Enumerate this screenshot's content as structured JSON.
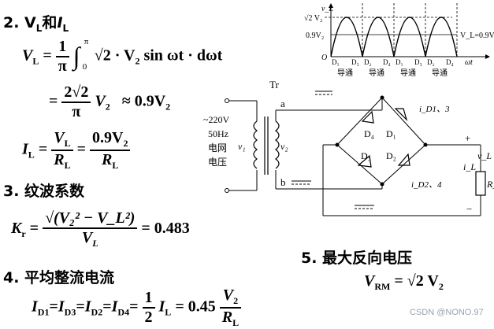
{
  "section2": {
    "label": "2. V",
    "sub_L": "L",
    "and": "和",
    "label_I": "I",
    "sub_L2": "L"
  },
  "eq_VL": {
    "lhs": "V",
    "lhs_sub": "L",
    "eq1": "=",
    "frac_num": "1",
    "frac_den": "π",
    "int_upper": "π",
    "int_lower": "0",
    "body": "√2 · V",
    "body_sub": "2",
    "tail": " sin ωt · dωt"
  },
  "eq_VL2": {
    "eq": "=",
    "frac_num": "2√2",
    "frac_den": "π",
    "v": "V",
    "v_sub": "2",
    "approx": "≈ 0.9V",
    "approx_sub": "2"
  },
  "eq_IL": {
    "lhs": "I",
    "lhs_sub": "L",
    "eq1": "=",
    "f1_num": "V",
    "f1_num_sub": "L",
    "f1_den": "R",
    "f1_den_sub": "L",
    "eq2": "=",
    "f2_num": "0.9V",
    "f2_num_sub": "2",
    "f2_den": "R",
    "f2_den_sub": "L"
  },
  "section3": {
    "label": "3. 纹波系数"
  },
  "eq_Kr": {
    "lhs": "K",
    "lhs_sub": "r",
    "eq": "=",
    "num": "√(V₂² − V_L²)",
    "den": "V",
    "den_sub": "L",
    "result": "= 0.483"
  },
  "section4": {
    "label": "4. 平均整流电流"
  },
  "eq_ID": {
    "text": "I",
    "t1": "D1",
    "t2": "D3",
    "t3": "D2",
    "t4": "D4",
    "half_num": "1",
    "half_den": "2",
    "IL": "I",
    "IL_sub": "L",
    "coef": "= 0.45",
    "f_num": "V",
    "f_num_sub": "2",
    "f_den": "R",
    "f_den_sub": "L"
  },
  "section5": {
    "label": "5. 最大反向电压"
  },
  "eq_VRM": {
    "lhs": "V",
    "lhs_sub": "RM",
    "rhs": "= √2 V",
    "rhs_sub": "2"
  },
  "waveform": {
    "y_label_top": "√2 V₂",
    "v_label": "v_L",
    "ref_label": "0.9V₂",
    "line_label": "V_L=0.9V₂",
    "origin": "O",
    "x_label": "ωt",
    "diode_labels": [
      "D₁",
      "D₃",
      "D₂",
      "D₄",
      "D₁",
      "D₃",
      "D₂",
      "D₄"
    ],
    "conduct_labels": [
      "导通",
      "导通",
      "导通",
      "导通"
    ]
  },
  "circuit": {
    "tr": "Tr",
    "node_a": "a",
    "node_b": "b",
    "source_lines": [
      "~220V",
      "50Hz",
      "电网",
      "电压"
    ],
    "v1": "v₁",
    "v2": "v₂",
    "d1": "D₁",
    "d2": "D₂",
    "d3": "D₃",
    "d4": "D₄",
    "i_d13": "i_D1、3",
    "i_d24": "i_D2、4",
    "plus": "+",
    "minus": "−",
    "vL": "v_L",
    "iL": "i_L",
    "RL": "R_L"
  },
  "watermark": "CSDN @NONO.97"
}
